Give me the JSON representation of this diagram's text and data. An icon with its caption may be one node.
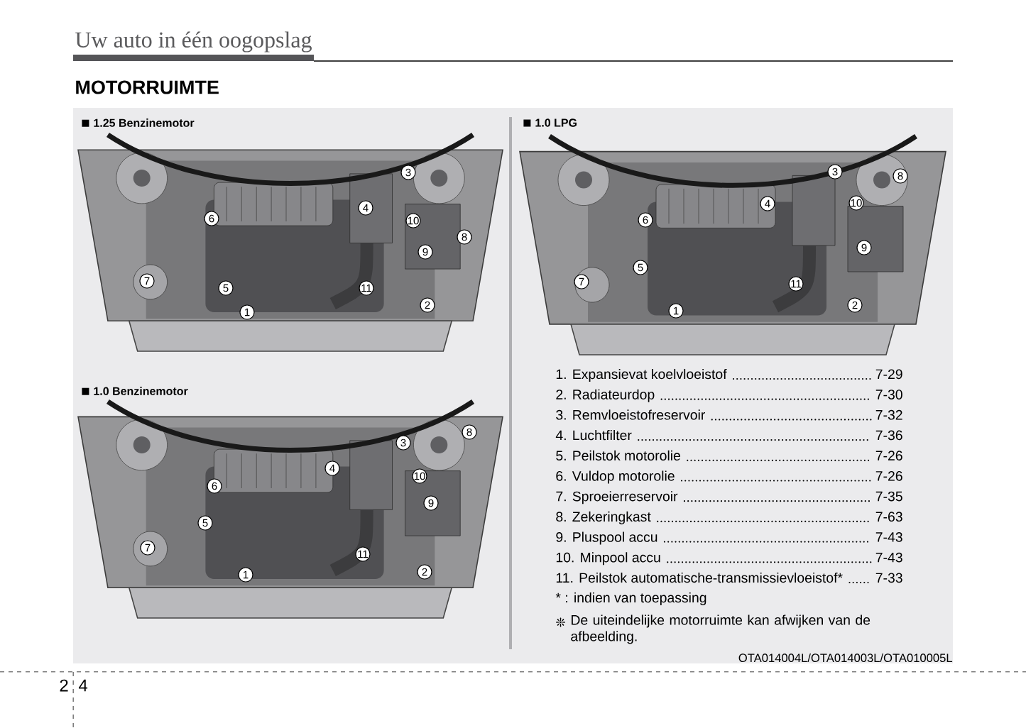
{
  "diagram": {
    "title": "MOTORRUIMTE",
    "nodes": [
      {
        "text": [
          "1.25 Benzinemotor"
        ]
      },
      {
        "text": [
          "1.0 LPG"
        ]
      },
      {
        "text": [
          "1.0 Benzinemotor"
        ]
      }
    ],
    "labels": [
      "Uw auto in één oogopslag",
      "3",
      "4",
      "6",
      "10",
      "8",
      "9",
      "7",
      "5",
      "11",
      "2",
      "1",
      "3",
      "8",
      "4",
      "10",
      "6",
      "9",
      "5",
      "7",
      "11",
      "2",
      "1",
      "8",
      "3",
      "4",
      "10",
      "6",
      "9",
      "5",
      "7",
      "11",
      "1",
      "2",
      "1. Expansievat koelvloeistof",
      "7-29",
      "2. Radiateurdop",
      "7-30",
      "3. Remvloeistofreservoir",
      "7-32",
      "4. Luchtfilter",
      "7-36",
      "5. Peilstok motorolie",
      "7-26",
      "6. Vuldop motorolie",
      "7-26",
      "7. Sproeierreservoir",
      "7-35",
      "8. Zekeringkast",
      "7-63",
      "9. Pluspool accu",
      "7-43",
      "10. Minpool accu",
      "7-43",
      "11. Peilstok automatische-transmissievloeistof*",
      "7-33",
      "* : indien van toepassing",
      "❊",
      "De uiteindelijke motorruimte kan afwijken van de afbeelding.",
      "OTA014004L/OTA014003L/OTA010005L",
      "2",
      "4"
    ]
  }
}
